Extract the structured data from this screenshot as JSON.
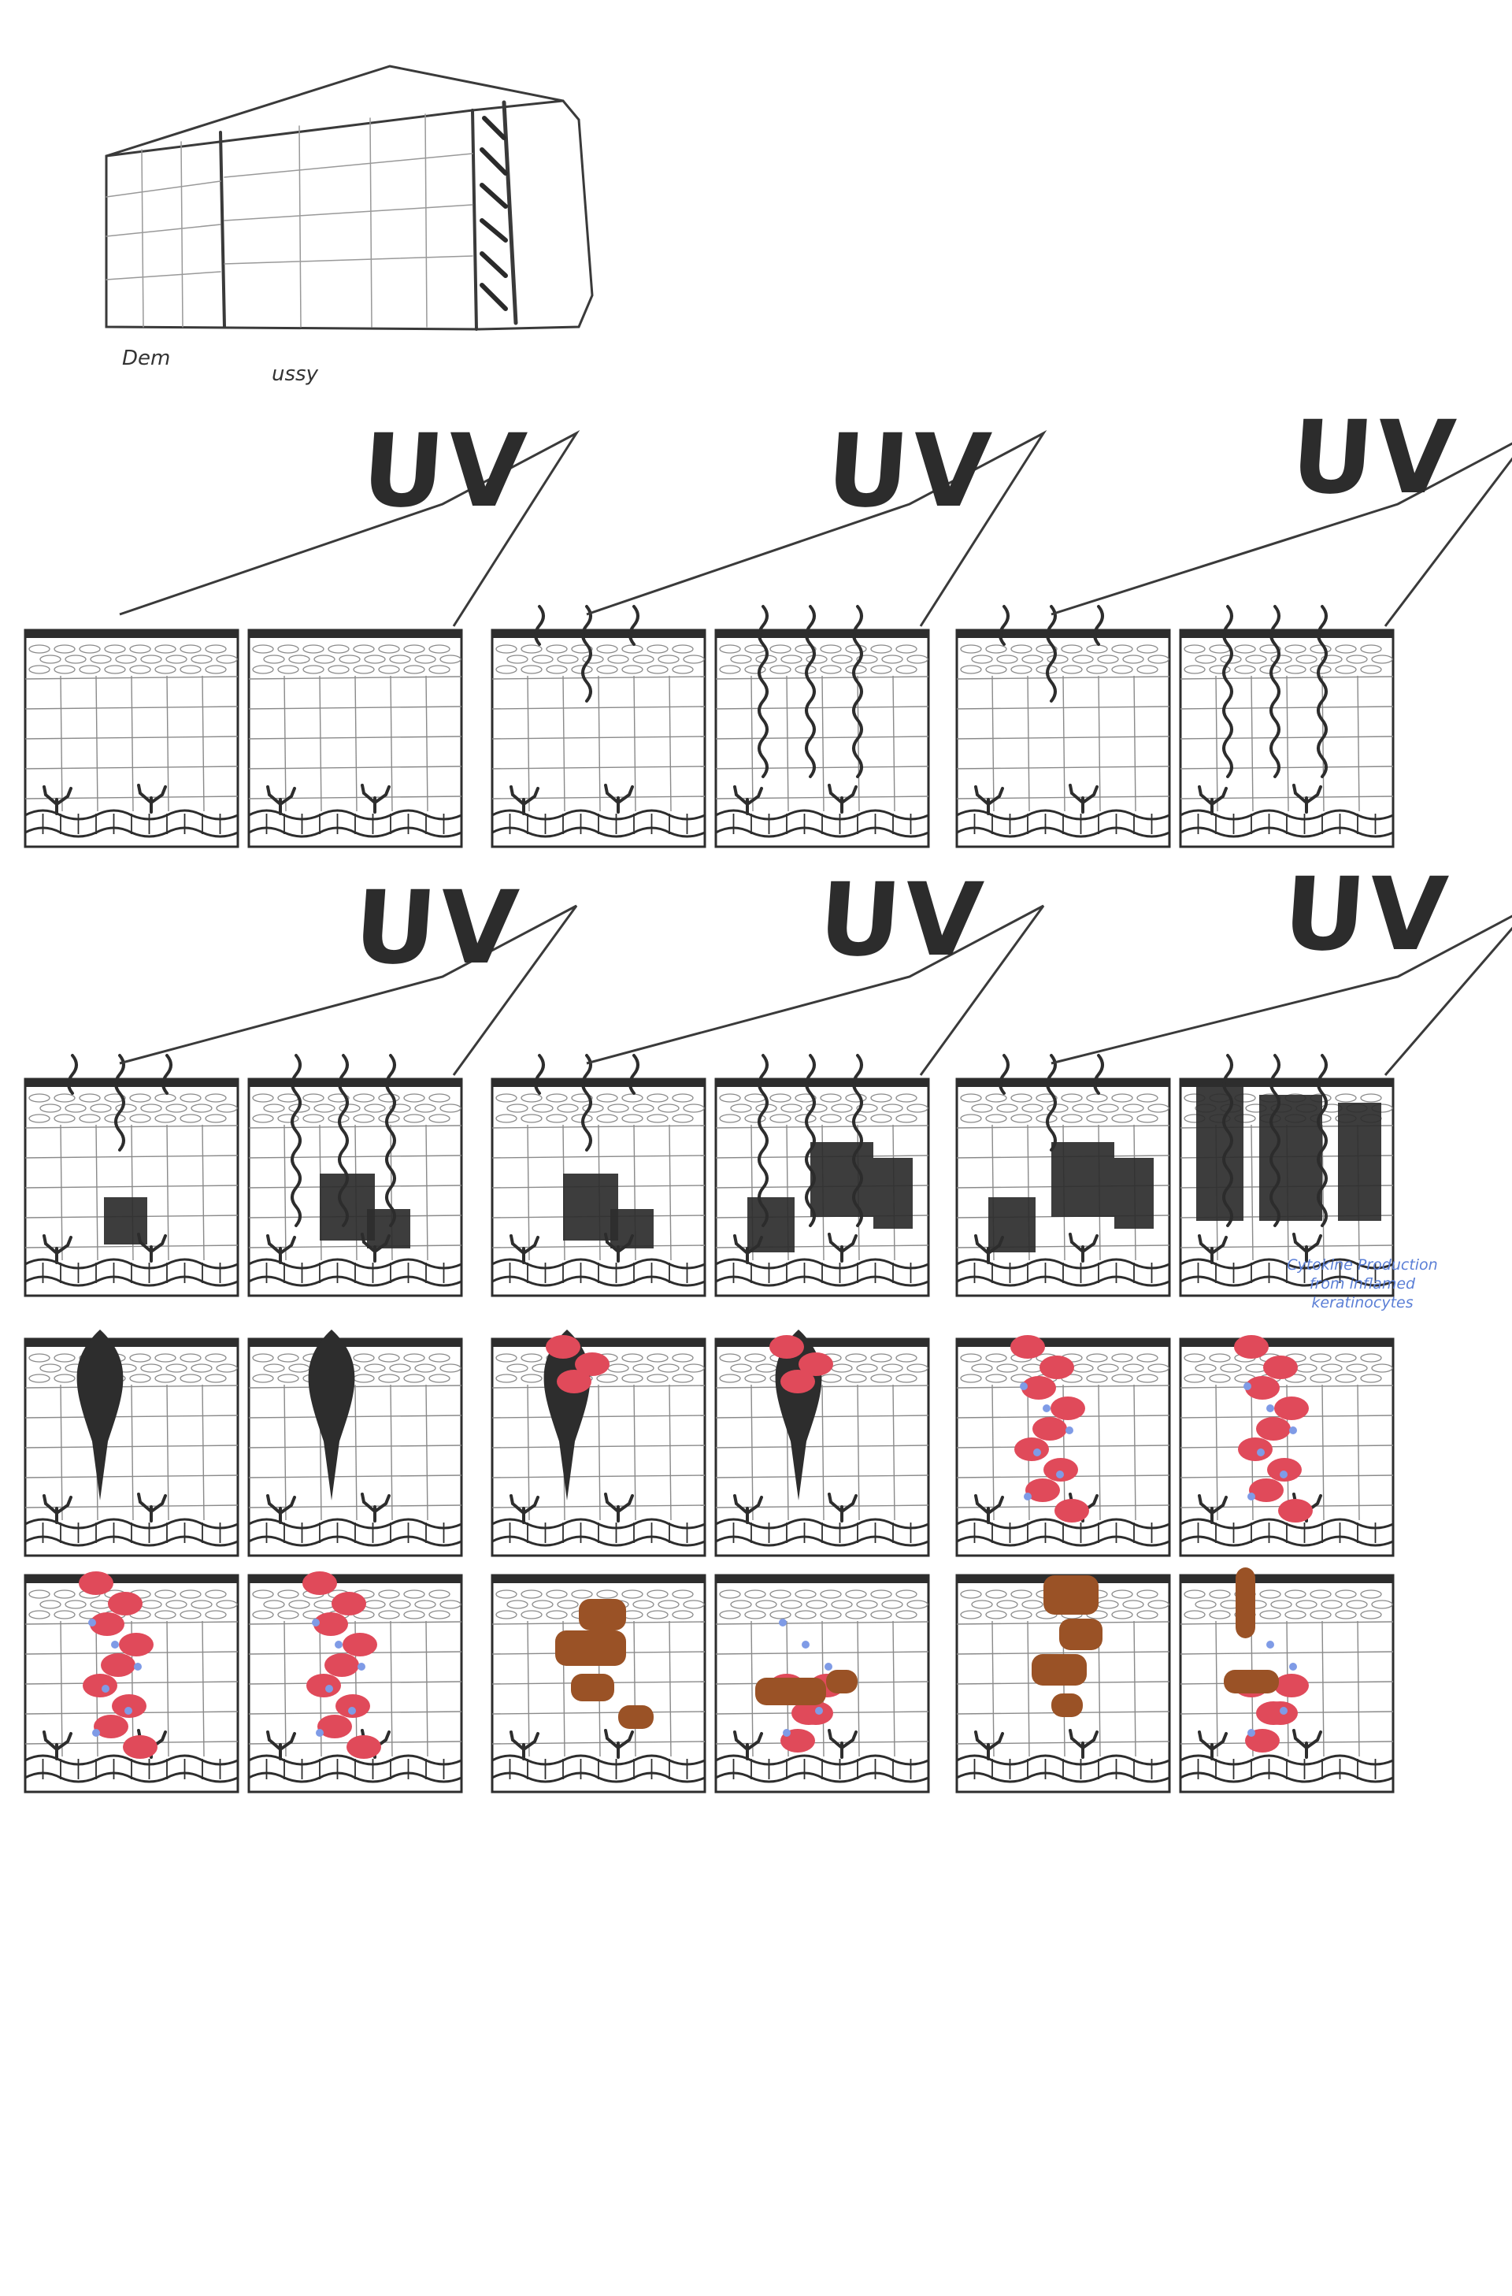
{
  "sketch": {
    "box_labels": [
      "Dem",
      "ussy"
    ]
  },
  "uv_label": "UV",
  "note": {
    "lines": [
      "Cytokine Production",
      "from inflamed",
      "keratinocytes"
    ]
  },
  "colors": {
    "ink": "#2d2d2d",
    "pencil": "#8a8a8a",
    "inflammation_red": "#e04a5a",
    "immune_blue": "#7f9be6",
    "pigment_brown": "#9a5226",
    "note_blue": "#5b7fd6"
  },
  "stages": [
    {
      "row": 0,
      "pair": 0,
      "left": {
        "uv": 0,
        "dark": 0,
        "red": 0,
        "brown": 0
      },
      "right": {
        "uv": 0,
        "dark": 0,
        "red": 0,
        "brown": 0
      }
    },
    {
      "row": 0,
      "pair": 1,
      "left": {
        "uv": 1,
        "dark": 0,
        "red": 0,
        "brown": 0
      },
      "right": {
        "uv": 2,
        "dark": 0,
        "red": 0,
        "brown": 0
      }
    },
    {
      "row": 0,
      "pair": 2,
      "left": {
        "uv": 1,
        "dark": 0,
        "red": 0,
        "brown": 0
      },
      "right": {
        "uv": 2,
        "dark": 0,
        "red": 0,
        "brown": 0
      }
    },
    {
      "row": 1,
      "pair": 0,
      "left": {
        "uv": 1,
        "dark": 1,
        "red": 0,
        "brown": 0
      },
      "right": {
        "uv": 2,
        "dark": 2,
        "red": 0,
        "brown": 0
      }
    },
    {
      "row": 1,
      "pair": 1,
      "left": {
        "uv": 1,
        "dark": 2,
        "red": 0,
        "brown": 0
      },
      "right": {
        "uv": 2,
        "dark": 3,
        "red": 0,
        "brown": 0
      }
    },
    {
      "row": 1,
      "pair": 2,
      "left": {
        "uv": 1,
        "dark": 3,
        "red": 0,
        "brown": 0
      },
      "right": {
        "uv": 2,
        "dark": 4,
        "red": 0,
        "brown": 0
      }
    },
    {
      "row": 2,
      "pair": 0,
      "left": {
        "uv": 0,
        "dark": 5,
        "red": 0,
        "brown": 0
      },
      "right": {
        "uv": 0,
        "dark": 6,
        "red": 0,
        "brown": 0
      }
    },
    {
      "row": 2,
      "pair": 1,
      "left": {
        "uv": 0,
        "dark": 5,
        "red": 1,
        "brown": 0
      },
      "right": {
        "uv": 0,
        "dark": 6,
        "red": 1,
        "brown": 0
      }
    },
    {
      "row": 2,
      "pair": 2,
      "left": {
        "uv": 0,
        "dark": 0,
        "red": 2,
        "brown": 0
      },
      "right": {
        "uv": 0,
        "dark": 0,
        "red": 2,
        "brown": 0
      }
    },
    {
      "row": 3,
      "pair": 0,
      "left": {
        "uv": 0,
        "dark": 0,
        "red": 2,
        "brown": 0
      },
      "right": {
        "uv": 0,
        "dark": 0,
        "red": 2,
        "brown": 0
      }
    },
    {
      "row": 3,
      "pair": 1,
      "left": {
        "uv": 0,
        "dark": 0,
        "red": 0,
        "brown": 1
      },
      "right": {
        "uv": 0,
        "dark": 0,
        "red": 3,
        "brown": 2
      }
    },
    {
      "row": 3,
      "pair": 2,
      "left": {
        "uv": 0,
        "dark": 0,
        "red": 0,
        "brown": 3
      },
      "right": {
        "uv": 0,
        "dark": 0,
        "red": 3,
        "brown": 4
      }
    }
  ]
}
